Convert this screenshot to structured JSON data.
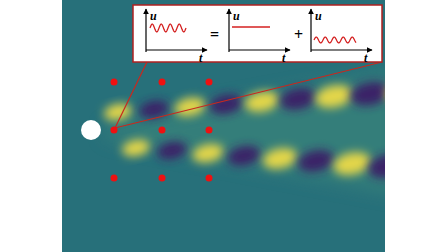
{
  "diagram": {
    "labels": [
      "u",
      "t",
      "=",
      "u",
      "t",
      "+",
      "u",
      "t"
    ]
  }
}
